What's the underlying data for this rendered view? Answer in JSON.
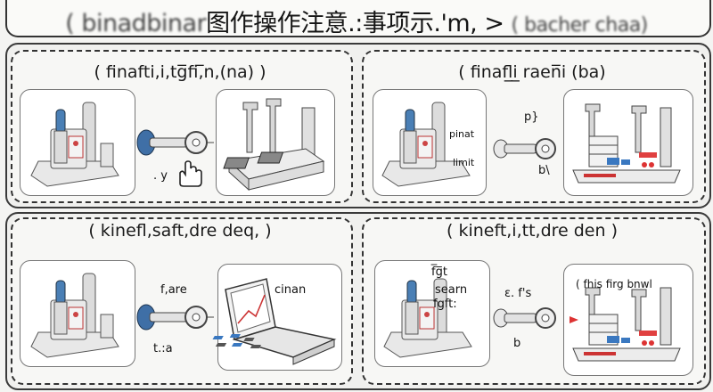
{
  "title": {
    "prefix": "( binadbinar",
    "main": "图作操作注意.:事项示.",
    "suffix": "'m,  >",
    "tail": "( bacher chaa)"
  },
  "panels": [
    {
      "title": "( finafti,i,tg̅fi,̅n,(na) )",
      "labels": {
        "below_key": ". y"
      },
      "key_icon": "key-icon",
      "hand_icon": "pointing-hand-icon",
      "target": "tool-box-machine"
    },
    {
      "title": "( finafl̲i̲ raen̅i (ba)",
      "labels": {
        "upper": "p}",
        "lower": "b\\",
        "device_a": "pinat",
        "device_b": "limit"
      },
      "key_icon": "key-icon",
      "target": "tool-rack-with-controls"
    },
    {
      "title": "( kinefl,saft,dre deq, )",
      "labels": {
        "upper": "f,are",
        "lower": "t.:a",
        "screen": "cinan"
      },
      "key_icon": "key-icon",
      "target": "laptop-keyboard"
    },
    {
      "title": "( kineft,i,tt,dre den )",
      "labels": {
        "upper": "ε. f's",
        "lower": "b",
        "device_a": "f̅g̅t",
        "device_b": "searn",
        "device_c": "fgft:",
        "target_caption": "( fhis firg bnwl"
      },
      "key_icon": "key-icon",
      "target": "tool-rack-with-controls"
    }
  ]
}
